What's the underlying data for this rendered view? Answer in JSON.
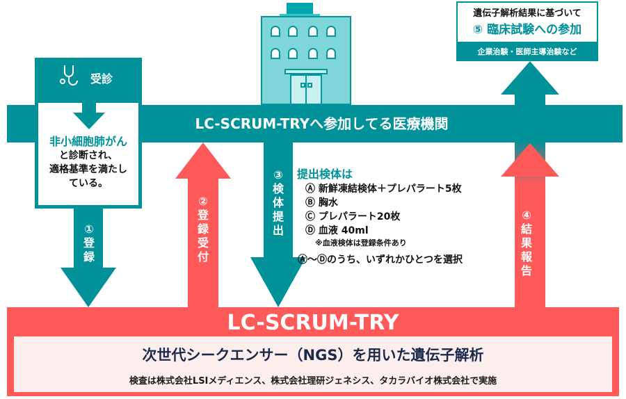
{
  "colors": {
    "teal": "#009199",
    "red": "#fe5a5a",
    "pink_bg": "#fdeeee",
    "navy": "#1a2a4a"
  },
  "visit": {
    "icon": "stethoscope-icon",
    "label": "受診"
  },
  "patient": {
    "highlight": "非小細胞肺がん",
    "line1": "と診断され、",
    "line2": "適格基準を満たし",
    "line3": "ている。"
  },
  "hospital": {
    "icon": "hospital-building-icon",
    "band_label": "LC-SCRUM-TRYへ参加してる医療機関"
  },
  "steps": [
    {
      "num": "①",
      "chars": [
        "登",
        "録"
      ]
    },
    {
      "num": "②",
      "chars": [
        "登",
        "録",
        "受",
        "付"
      ]
    },
    {
      "num": "③",
      "chars": [
        "検",
        "体",
        "提",
        "出"
      ]
    },
    {
      "num": "④",
      "chars": [
        "結",
        "果",
        "報",
        "告"
      ]
    }
  ],
  "specimen": {
    "title": "提出検体は",
    "items": [
      "Ⓐ 新鮮凍結検体＋プレパラート5枚",
      "Ⓑ 胸水",
      "Ⓒ プレパラート20枚",
      "Ⓓ 血液 40ml"
    ],
    "note": "※血液検体は登録条件あり",
    "choose": "Ⓐ～Ⓓのうち、いずれかひとつを選択"
  },
  "trial": {
    "line1": "遺伝子解析結果に基づいて",
    "line2": "⑤ 臨床試験への参加",
    "bar": "企業治験・医師主導治験など"
  },
  "bottom": {
    "title": "LC-SCRUM-TRY",
    "ngs": "次世代シークエンサー（NGS）を用いた遺伝子解析",
    "exam": "検査は株式会社LSIメディエンス、株式会社理研ジェネシス、タカラバイオ株式会社で実施"
  }
}
